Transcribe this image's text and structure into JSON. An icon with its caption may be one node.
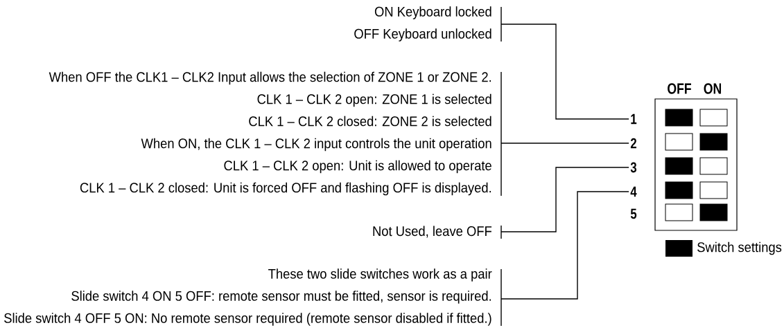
{
  "diagram": {
    "nodes": [
      {
        "text": [
          "ON Keyboard locked",
          "OFF Keyboard unlocked"
        ]
      },
      {
        "text": [
          "When OFF the CLK1 – CLK2 Input allows the selection of ZONE 1 or ZONE 2.",
          "CLK 1 – CLK 2 open: ZONE 1 is selected",
          "CLK 1 – CLK 2 closed: ZONE 2 is selected",
          "When ON, the CLK 1 – CLK 2 input controls the unit operation",
          "CLK 1 – CLK 2 open: Unit is allowed to operate",
          "CLK 1 – CLK 2 closed: Unit is forced OFF and flashing OFF is displayed."
        ]
      },
      {
        "text": [
          "Not Used, leave OFF"
        ]
      },
      {
        "text": [
          "These two slide switches work as a pair",
          "Slide switch 4 ON 5 OFF: remote sensor must be fitted, sensor is required.",
          "Slide switch 4 OFF 5 ON: No remote sensor required (remote sensor disabled if fitted.)"
        ]
      },
      {
        "text": [
          "1"
        ]
      },
      {
        "text": [
          "2"
        ]
      },
      {
        "text": [
          "3"
        ]
      },
      {
        "text": [
          "4"
        ]
      },
      {
        "text": [
          "5"
        ]
      }
    ],
    "edges": [
      {
        "from": 0,
        "to": 4,
        "arrow": "none"
      },
      {
        "from": 1,
        "to": 5,
        "arrow": "none"
      },
      {
        "from": 2,
        "to": 6,
        "arrow": "none"
      },
      {
        "from": 3,
        "to": 7,
        "arrow": "none"
      }
    ],
    "labels": [
      "OFF",
      "ON"
    ],
    "legend": [
      {
        "text": "Switch settings",
        "color": "#000000"
      }
    ]
  }
}
